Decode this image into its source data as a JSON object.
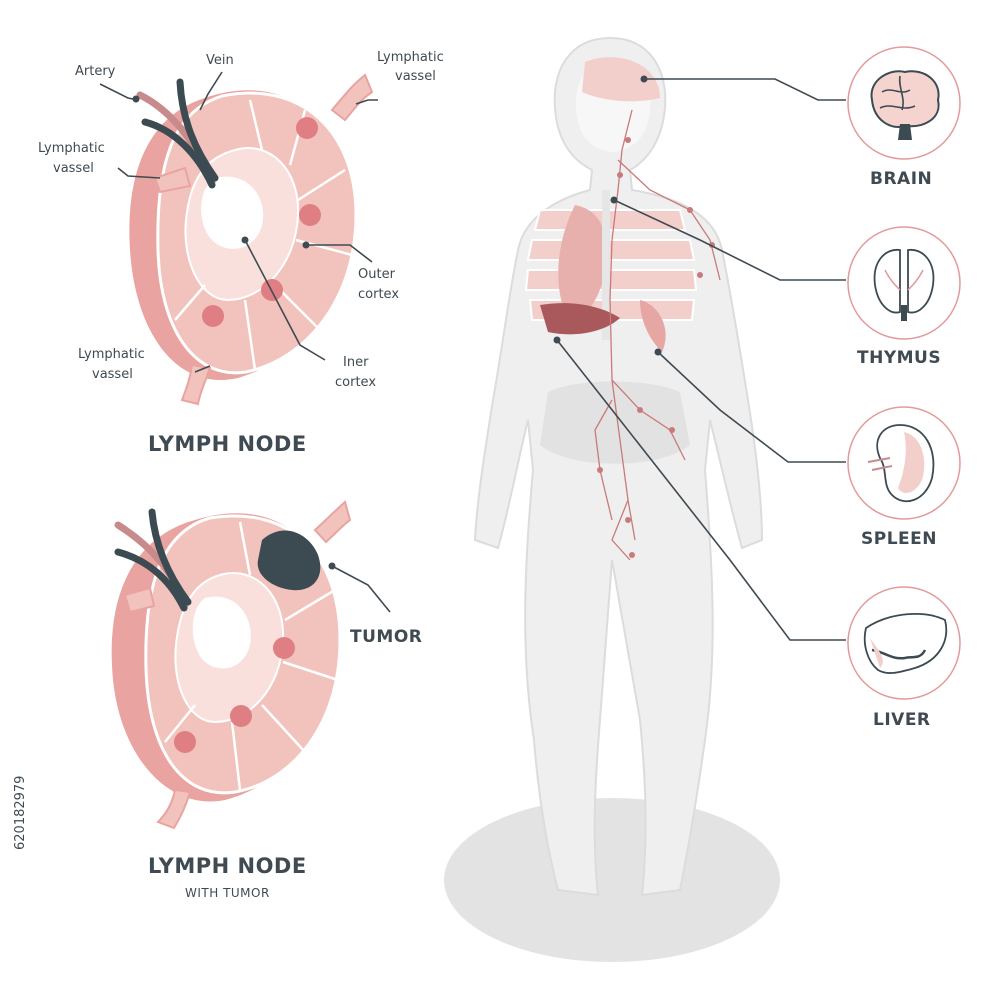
{
  "lymph_node": {
    "title": "LYMPH NODE",
    "labels": {
      "artery": "Artery",
      "vein": "Vein",
      "lymphatic_vessel_top": [
        "Lymphatic",
        "vassel"
      ],
      "lymphatic_vessel_left": [
        "Lymphatic",
        "vassel"
      ],
      "outer_cortex": [
        "Outer",
        "cortex"
      ],
      "lymphatic_vessel_bottom": [
        "Lymphatic",
        "vassel"
      ],
      "inner_cortex": [
        "Iner",
        "cortex"
      ]
    }
  },
  "tumor_node": {
    "title": "LYMPH NODE",
    "subtitle": "WITH TUMOR",
    "tumor_label": "TUMOR"
  },
  "organs": [
    {
      "label": "BRAIN",
      "icon": "brain-icon"
    },
    {
      "label": "THYMUS",
      "icon": "thymus-icon"
    },
    {
      "label": "SPLEEN",
      "icon": "spleen-icon"
    },
    {
      "label": "LIVER",
      "icon": "liver-icon"
    }
  ],
  "stock_id": "620182979",
  "colors": {
    "ink": "#3f4a52",
    "node_pink": "#eeb3ad",
    "node_light": "#f8dcd8",
    "cortex_dot": "#df7f83",
    "tumor": "#3c4a51",
    "body_gray": "#ececec",
    "badge_ring": "#e39a9a"
  }
}
